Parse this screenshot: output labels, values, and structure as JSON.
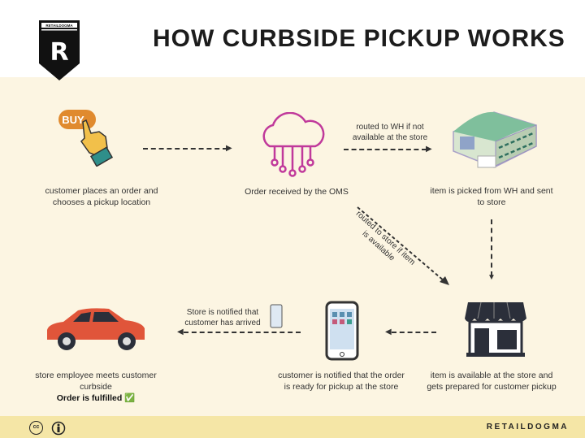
{
  "header": {
    "title": "HOW CURBSIDE PICKUP WORKS",
    "logo_letter": "R",
    "logo_text": "RETAILDOGMA"
  },
  "steps": {
    "order": {
      "caption": "customer places an order and chooses a pickup location",
      "button_text": "BUY"
    },
    "oms": {
      "caption": "Order received by the OMS"
    },
    "warehouse": {
      "caption": "item is picked from WH and sent to store"
    },
    "store": {
      "caption": "item is available at the store and gets prepared for customer pickup"
    },
    "notify": {
      "caption": "customer is notified that the order is ready for pickup at the store"
    },
    "curbside": {
      "caption": "store employee meets customer curbside",
      "emphasis": "Order is fulfilled",
      "check": "✅"
    }
  },
  "arrows": {
    "to_wh": "routed to WH if not available at the store",
    "to_store": "routed to store if item is available",
    "arrived": "Store is notified that customer has arrived"
  },
  "footer": {
    "brand": "RETAILDOGMA",
    "cc": "cc"
  },
  "colors": {
    "band": "#fcf5e2",
    "footer": "#f5e6a6",
    "oms": "#c0399b",
    "car": "#e0553a"
  }
}
